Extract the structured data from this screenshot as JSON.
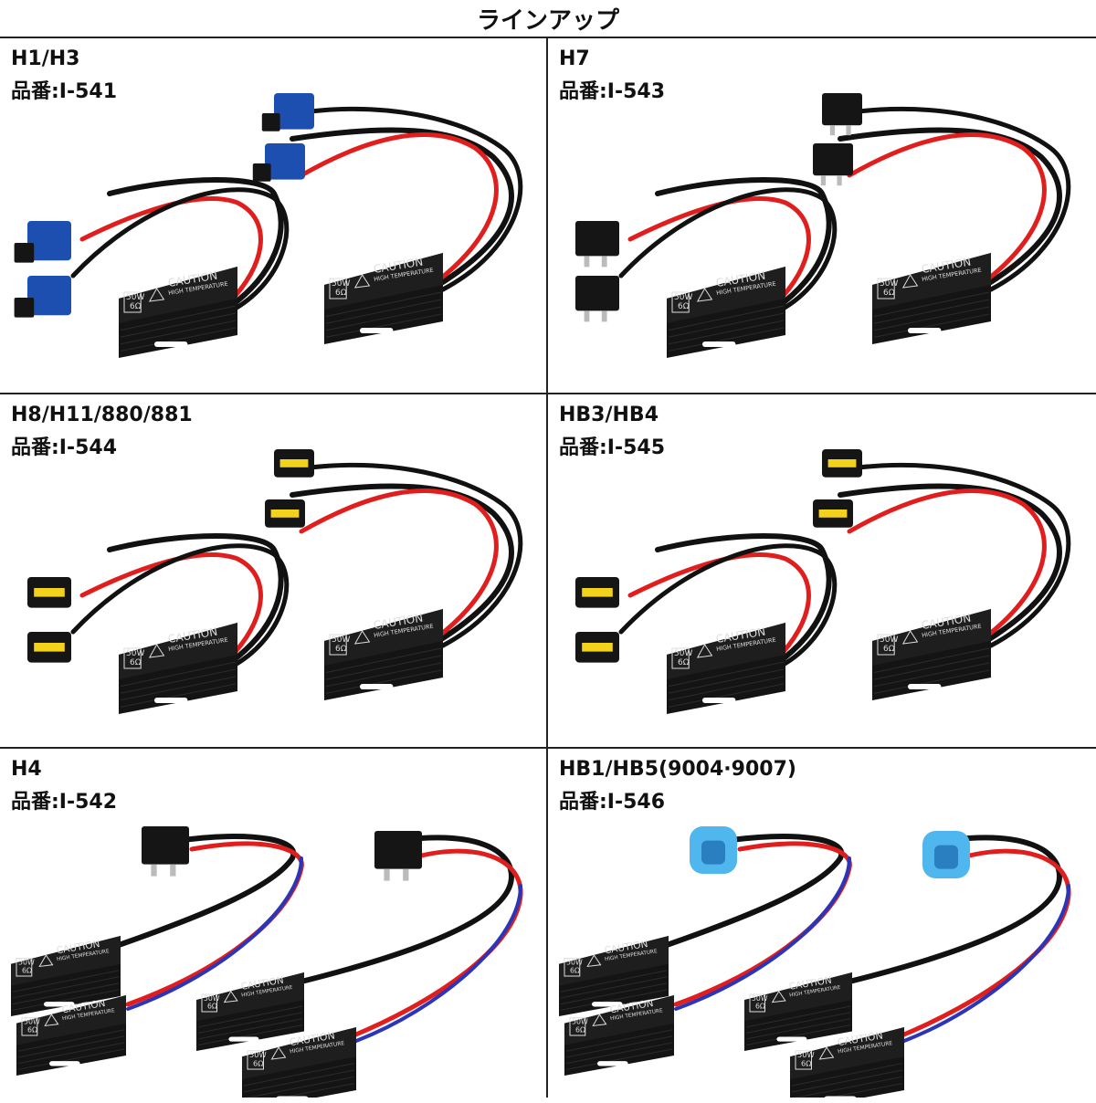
{
  "header": {
    "title": "ラインアップ"
  },
  "colors": {
    "box": "#141414",
    "box_face": "#1e1e1e",
    "wire_red": "#e01e1e",
    "wire_black": "#111111",
    "wire_blue": "#2a35b8",
    "connector_blue": "#1d4fb0",
    "connector_black": "#151515",
    "connector_lightblue": "#4fb6ee",
    "connector_yellow": "#f2d21a",
    "label_text": "#dddddd"
  },
  "resistor_label": {
    "caution": "CAUTION",
    "sub": "HIGH TEMPERATURE",
    "rating_top": "50W",
    "rating_bottom": "6Ω"
  },
  "products": [
    {
      "title": "H1/H3",
      "part": "品番:I-541",
      "connector_style": "blue",
      "units": 2
    },
    {
      "title": "H7",
      "part": "品番:I-543",
      "connector_style": "black",
      "units": 2
    },
    {
      "title": "H8/H11/880/881",
      "part": "品番:I-544",
      "connector_style": "black-yellow",
      "units": 2
    },
    {
      "title": "HB3/HB4",
      "part": "品番:I-545",
      "connector_style": "black-yellow",
      "units": 2
    },
    {
      "title": "H4",
      "part": "品番:I-542",
      "connector_style": "black",
      "units": 4
    },
    {
      "title": "HB1/HB5(9004·9007)",
      "part": "品番:I-546",
      "connector_style": "lightblue",
      "units": 4
    }
  ]
}
